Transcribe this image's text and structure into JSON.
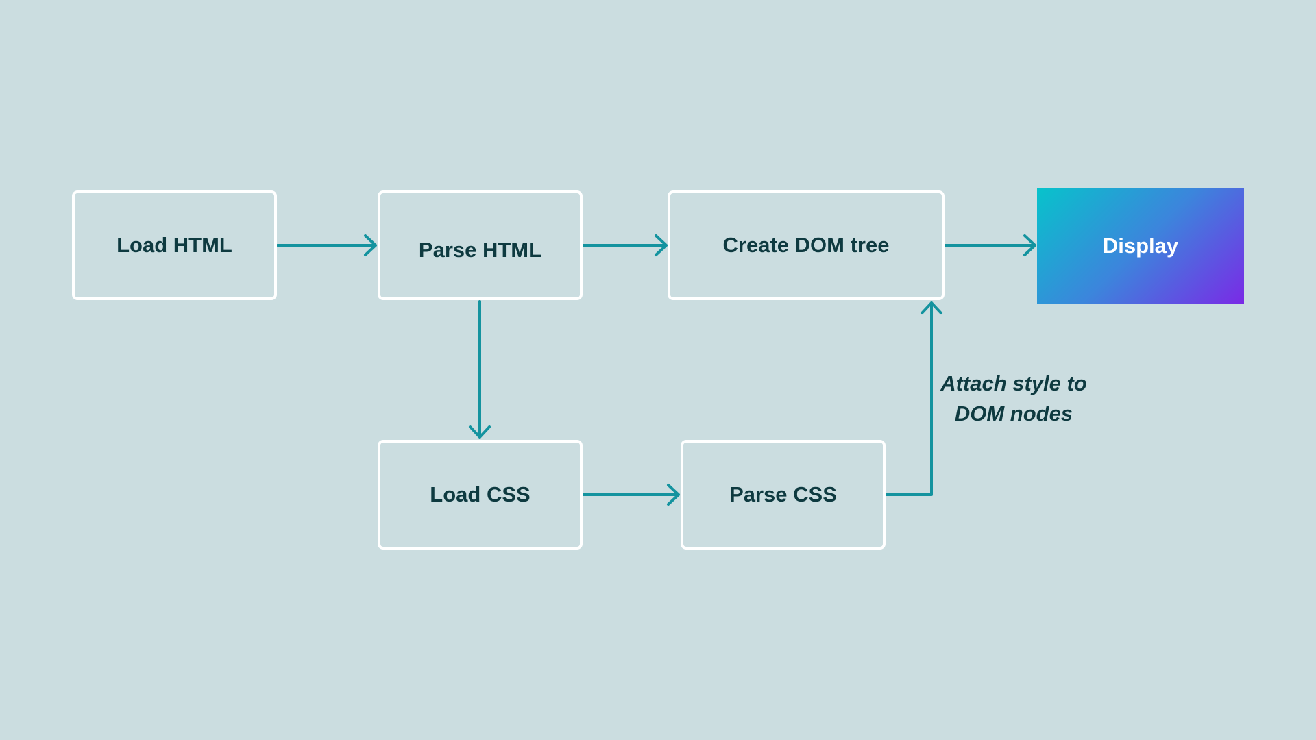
{
  "colors": {
    "background": "#cbdde0",
    "node_border": "#ffffff",
    "node_text": "#0e3a40",
    "edge": "#14939f",
    "display_gradient_start": "#07c3cb",
    "display_gradient_mid": "#3c85dc",
    "display_gradient_end": "#7a2ae6",
    "display_text": "#ffffff"
  },
  "nodes": {
    "load_html": {
      "label": "Load HTML"
    },
    "parse_html": {
      "label": "Parse HTML"
    },
    "create_dom_tree": {
      "label": "Create DOM tree"
    },
    "display": {
      "label": "Display"
    },
    "load_css": {
      "label": "Load CSS"
    },
    "parse_css": {
      "label": "Parse CSS"
    }
  },
  "edges": [
    {
      "from": "load_html",
      "to": "parse_html"
    },
    {
      "from": "parse_html",
      "to": "create_dom_tree"
    },
    {
      "from": "create_dom_tree",
      "to": "display"
    },
    {
      "from": "parse_html",
      "to": "load_css"
    },
    {
      "from": "load_css",
      "to": "parse_css"
    },
    {
      "from": "parse_css",
      "to": "create_dom_tree",
      "label_lines": [
        "Attach style to",
        "DOM nodes"
      ]
    }
  ]
}
